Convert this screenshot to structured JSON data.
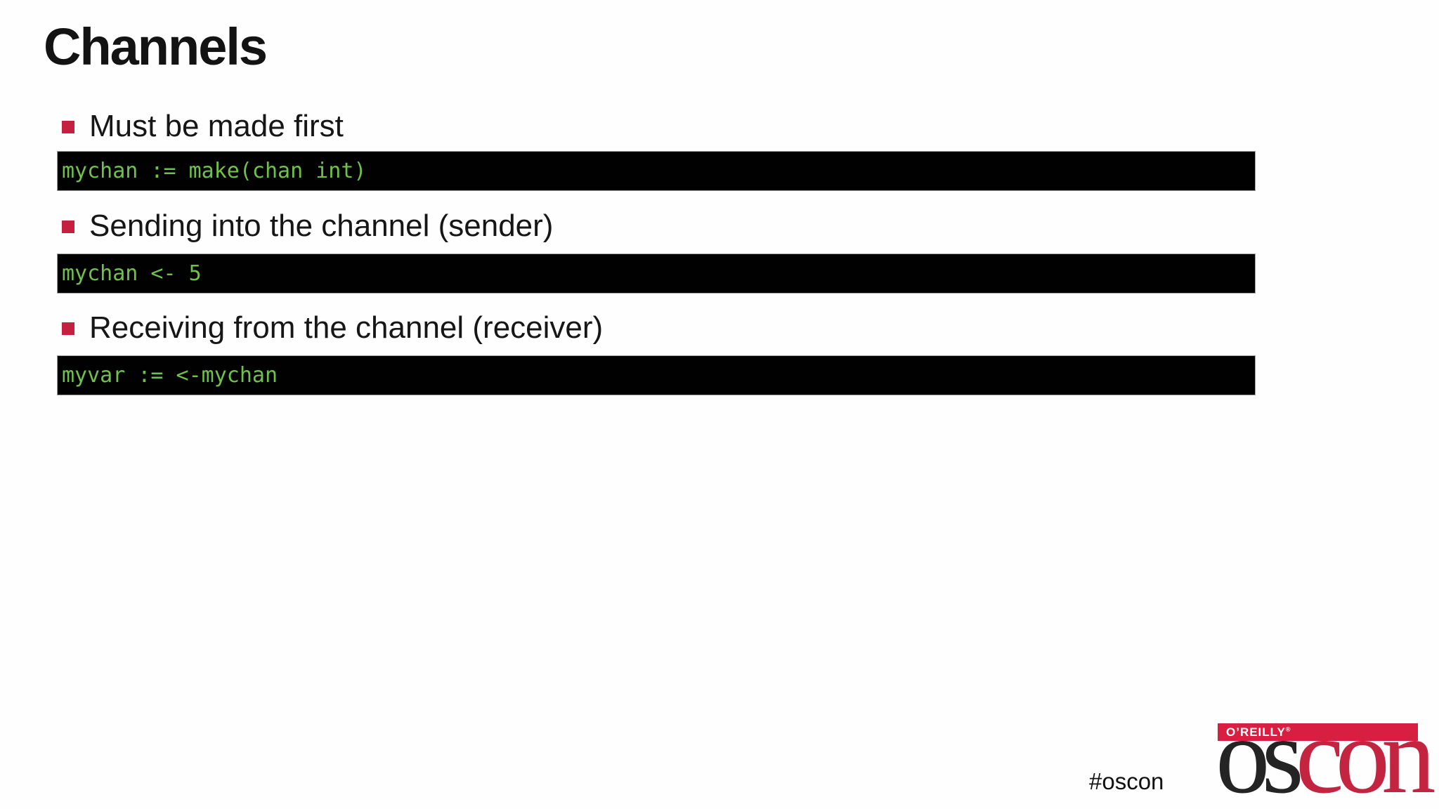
{
  "slide": {
    "title": "Channels",
    "bullets": [
      {
        "label": "Must be made first",
        "code": "mychan := make(chan int)"
      },
      {
        "label": "Sending into the channel (sender)",
        "code": "mychan <- 5"
      },
      {
        "label": "Receiving from the channel (receiver)",
        "code": "myvar := <-mychan"
      }
    ],
    "hashtag": "#oscon",
    "logo": {
      "brand": "O’REILLY",
      "registered": "®",
      "wordmark_left": "os",
      "wordmark_right": "con"
    },
    "colors": {
      "bullet_red": "#C5203F",
      "code_green": "#70C14B",
      "code_bg": "#010101",
      "logo_bar_red": "#D81E41",
      "logo_con_red": "#C32540"
    }
  }
}
